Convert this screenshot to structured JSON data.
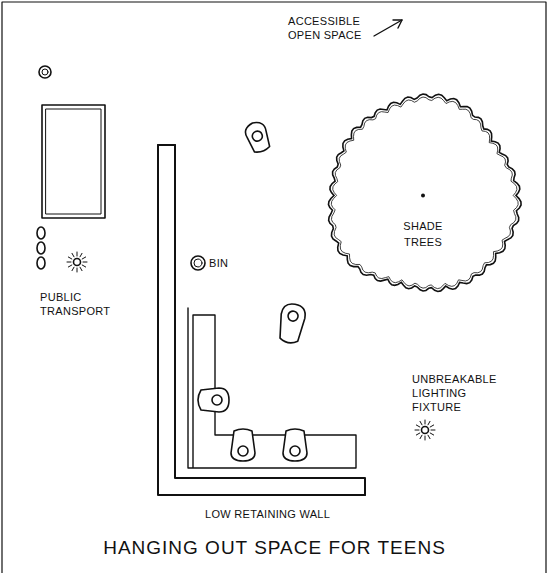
{
  "diagram": {
    "title": "HANGING OUT SPACE FOR TEENS",
    "nodes": [
      {
        "text": [
          "SHADE TREES"
        ]
      }
    ],
    "labels": [
      "ACCESSIBLE OPEN SPACE",
      "BIN",
      "PUBLIC TRANSPORT",
      "UNBREAKABLE LIGHTING FIXTURE",
      "LOW RETAINING WALL"
    ]
  }
}
